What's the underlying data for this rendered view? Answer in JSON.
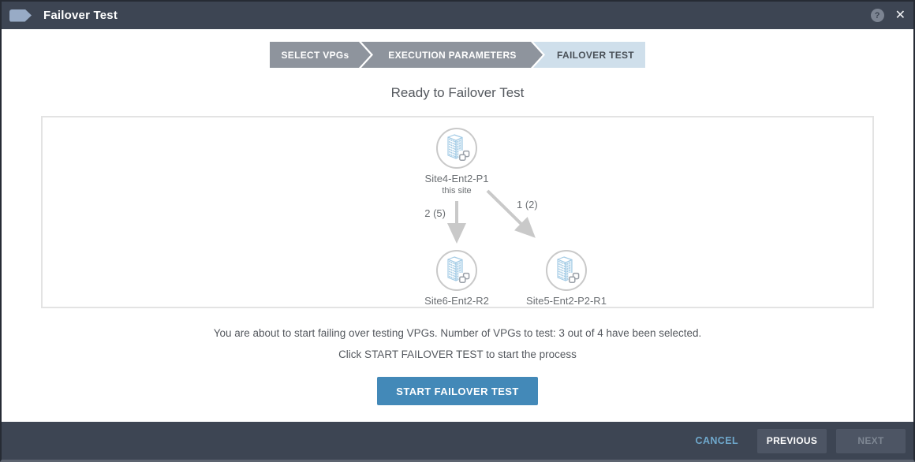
{
  "window": {
    "title": "Failover Test",
    "help_icon": "?",
    "close_icon": "✕"
  },
  "stepper": {
    "steps": [
      {
        "label": "SELECT VPGs",
        "state": "completed"
      },
      {
        "label": "EXECUTION PARAMETERS",
        "state": "completed"
      },
      {
        "label": "FAILOVER TEST",
        "state": "active"
      }
    ]
  },
  "main": {
    "heading": "Ready to Failover Test",
    "diagram": {
      "source_site": {
        "name": "Site4-Ent2-P1",
        "note": "this site"
      },
      "targets": [
        {
          "name": "Site6-Ent2-R2",
          "edge_label": "2 (5)"
        },
        {
          "name": "Site5-Ent2-P2-R1",
          "edge_label": "1 (2)"
        }
      ]
    },
    "message_line1": "You are about to start failing over testing VPGs. Number of VPGs to test: 3 out of 4 have been selected.",
    "message_line2": "Click START FAILOVER TEST to start the process",
    "start_button": "START FAILOVER TEST"
  },
  "footer": {
    "cancel": "CANCEL",
    "previous": "PREVIOUS",
    "next": "NEXT"
  },
  "colors": {
    "header_bg": "#3d4553",
    "accent_blue": "#4389b8",
    "step_gray": "#8e949d",
    "step_active_bg": "#cfdfeb",
    "arrow_gray": "#c9c9c9",
    "site_icon_blue": "#a3cbe5"
  }
}
